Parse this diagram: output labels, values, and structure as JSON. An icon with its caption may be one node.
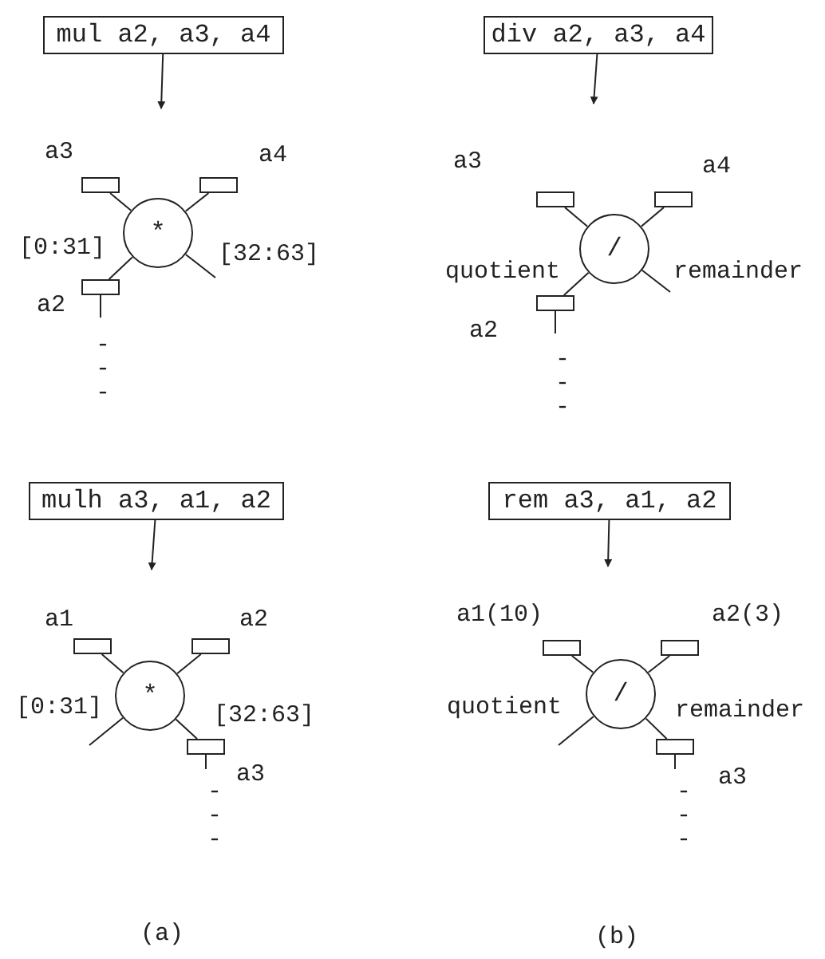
{
  "diagram": {
    "nodes": [
      {
        "text": [
          "mul a2, a3, a4"
        ]
      },
      {
        "text": [
          "*"
        ]
      },
      {
        "text": [],
        "shape": "box",
        "beside": [
          "a3"
        ]
      },
      {
        "text": [],
        "shape": "box",
        "beside": [
          "a4"
        ]
      },
      {
        "text": [],
        "shape": "box",
        "beside": [
          "a2"
        ]
      },
      {
        "text": [
          "div a2, a3, a4"
        ]
      },
      {
        "text": [
          "/"
        ]
      },
      {
        "text": [],
        "shape": "box",
        "beside": [
          "a3"
        ]
      },
      {
        "text": [],
        "shape": "box",
        "beside": [
          "a4"
        ]
      },
      {
        "text": [],
        "shape": "box",
        "beside": [
          "a2"
        ]
      },
      {
        "text": [
          "mulh a3, a1, a2"
        ]
      },
      {
        "text": [
          "*"
        ]
      },
      {
        "text": [],
        "shape": "box",
        "beside": [
          "a1"
        ]
      },
      {
        "text": [],
        "shape": "box",
        "beside": [
          "a2"
        ]
      },
      {
        "text": [],
        "shape": "box",
        "beside": [
          "a3"
        ]
      },
      {
        "text": [
          "rem a3, a1, a2"
        ]
      },
      {
        "text": [
          "/"
        ]
      },
      {
        "text": [],
        "shape": "box",
        "beside": [
          "a1(10)"
        ]
      },
      {
        "text": [],
        "shape": "box",
        "beside": [
          "a2(3)"
        ]
      },
      {
        "text": [],
        "shape": "box",
        "beside": [
          "a3"
        ]
      }
    ],
    "edges": [
      {
        "from": 0,
        "to": null,
        "arrow": "to"
      },
      {
        "from": 2,
        "to": 1,
        "arrow": "none"
      },
      {
        "from": 3,
        "to": 1,
        "arrow": "none"
      },
      {
        "from": 1,
        "to": 4,
        "arrow": "none"
      },
      {
        "from": 1,
        "to": null,
        "arrow": "none"
      },
      {
        "from": 4,
        "to": null,
        "arrow": "none"
      },
      {
        "from": 5,
        "to": null,
        "arrow": "to"
      },
      {
        "from": 7,
        "to": 6,
        "arrow": "none"
      },
      {
        "from": 8,
        "to": 6,
        "arrow": "none"
      },
      {
        "from": 6,
        "to": 9,
        "arrow": "none"
      },
      {
        "from": 6,
        "to": null,
        "arrow": "none"
      },
      {
        "from": 9,
        "to": null,
        "arrow": "none"
      },
      {
        "from": 10,
        "to": null,
        "arrow": "to"
      },
      {
        "from": 12,
        "to": 11,
        "arrow": "none"
      },
      {
        "from": 13,
        "to": 11,
        "arrow": "none"
      },
      {
        "from": 11,
        "to": null,
        "arrow": "none"
      },
      {
        "from": 11,
        "to": 14,
        "arrow": "none"
      },
      {
        "from": 14,
        "to": null,
        "arrow": "none"
      },
      {
        "from": 15,
        "to": null,
        "arrow": "to"
      },
      {
        "from": 17,
        "to": 16,
        "arrow": "none"
      },
      {
        "from": 18,
        "to": 16,
        "arrow": "none"
      },
      {
        "from": 16,
        "to": null,
        "arrow": "none"
      },
      {
        "from": 16,
        "to": 19,
        "arrow": "none"
      },
      {
        "from": 19,
        "to": null,
        "arrow": "none"
      }
    ],
    "labels": [
      "[0:31]",
      "[32:63]",
      "-",
      "-",
      "-",
      "quotient",
      "remainder",
      "-",
      "-",
      "-",
      "[0:31]",
      "[32:63]",
      "-",
      "-",
      "-",
      "quotient",
      "remainder",
      "-",
      "-",
      "-",
      "(a)",
      "(b)"
    ]
  }
}
